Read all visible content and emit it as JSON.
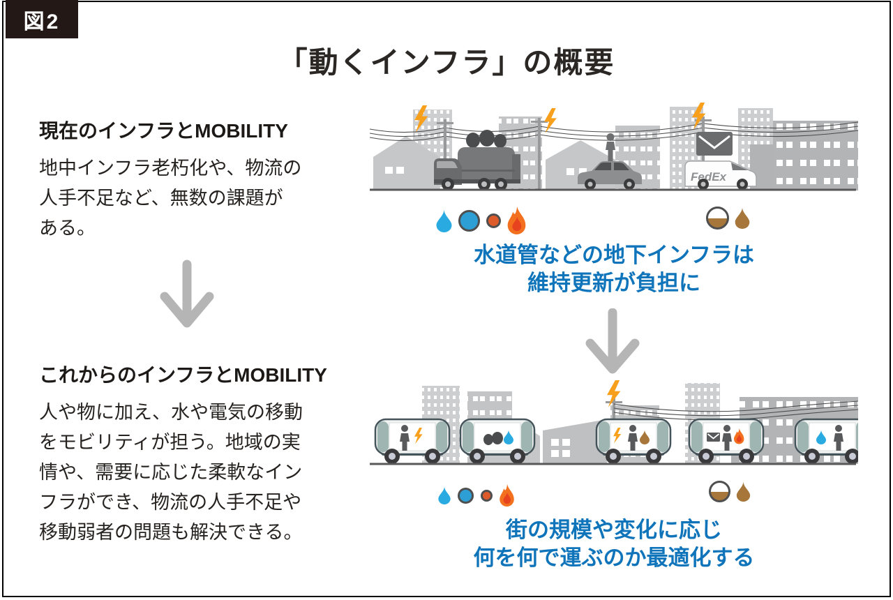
{
  "figure_badge": "図2",
  "title": "「動くインフラ」の概要",
  "left_column": {
    "current": {
      "heading": "現在のインフラとMOBILITY",
      "body": "地中インフラ老朽化や、物流の\n人手不足など、無数の課題が\nある。"
    },
    "future": {
      "heading": "これからのインフラとMOBILITY",
      "body": "人や物に加え、水や電気の移動\nをモビリティが担う。地域の実\n情や、需要に応じた柔軟なイン\nフラができ、物流の人手不足や\n移動弱者の問題も解決できる。"
    }
  },
  "right_column": {
    "current_scene": {
      "fedex_label": "FedEx",
      "caption": "水道管などの地下インフラは\n維持更新が負担に",
      "underground_icons_left": [
        "water-droplet-icon",
        "water-pipe-icon",
        "gas-valve-icon",
        "flame-icon"
      ],
      "underground_icons_right": [
        "sewage-pipe-icon",
        "sewage-droplet-icon"
      ]
    },
    "future_scene": {
      "caption": "街の規模や変化に応じ\n何を何で運ぶのか最適化する",
      "underground_icons_left": [
        "water-droplet-icon",
        "water-pipe-icon",
        "gas-valve-icon",
        "flame-icon"
      ],
      "underground_icons_right": [
        "sewage-pipe-icon",
        "sewage-droplet-icon"
      ]
    }
  },
  "colors": {
    "caption_blue": "#0f74ba",
    "arrow_gray": "#b5b5b6",
    "badge_bg": "#231815",
    "text_dark": "#2a2624",
    "water_blue": "#29abe2",
    "pipe_blue": "#2e9fd4",
    "gas_orange": "#dd5b2b",
    "flame_orange": "#f3701f",
    "sewage_brown": "#a6763b",
    "lightning_yellow": "#f8a01b",
    "building_gray": "#c9cacb",
    "ground_gray": "#595757"
  }
}
